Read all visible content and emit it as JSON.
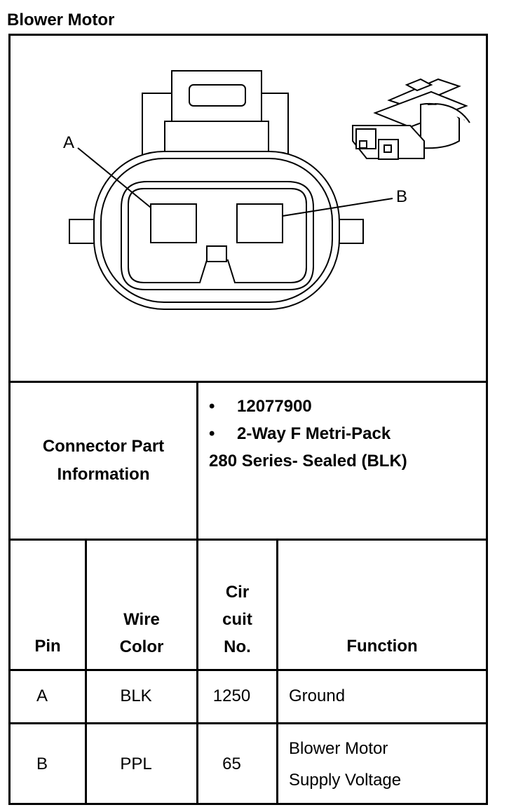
{
  "title": "Blower Motor",
  "diagram": {
    "pin_labels": [
      "A",
      "B"
    ]
  },
  "connector_part_information": {
    "label_line1": "Connector Part",
    "label_line2": "Information",
    "bullets": [
      "12077900",
      "2-Way F Metri-Pack"
    ],
    "continuation": "280 Series- Sealed (BLK)"
  },
  "table": {
    "headers": {
      "pin": "Pin",
      "wire_color_line1": "Wire",
      "wire_color_line2": "Color",
      "circuit_line1": "Cir",
      "circuit_line2": "cuit",
      "circuit_line3": "No.",
      "function": "Function"
    },
    "rows": [
      {
        "pin": "A",
        "wire_color": "BLK",
        "circuit": "1250",
        "function_line1": "Ground",
        "function_line2": ""
      },
      {
        "pin": "B",
        "wire_color": "PPL",
        "circuit": "65",
        "function_line1": "Blower Motor",
        "function_line2": "Supply Voltage"
      }
    ]
  }
}
